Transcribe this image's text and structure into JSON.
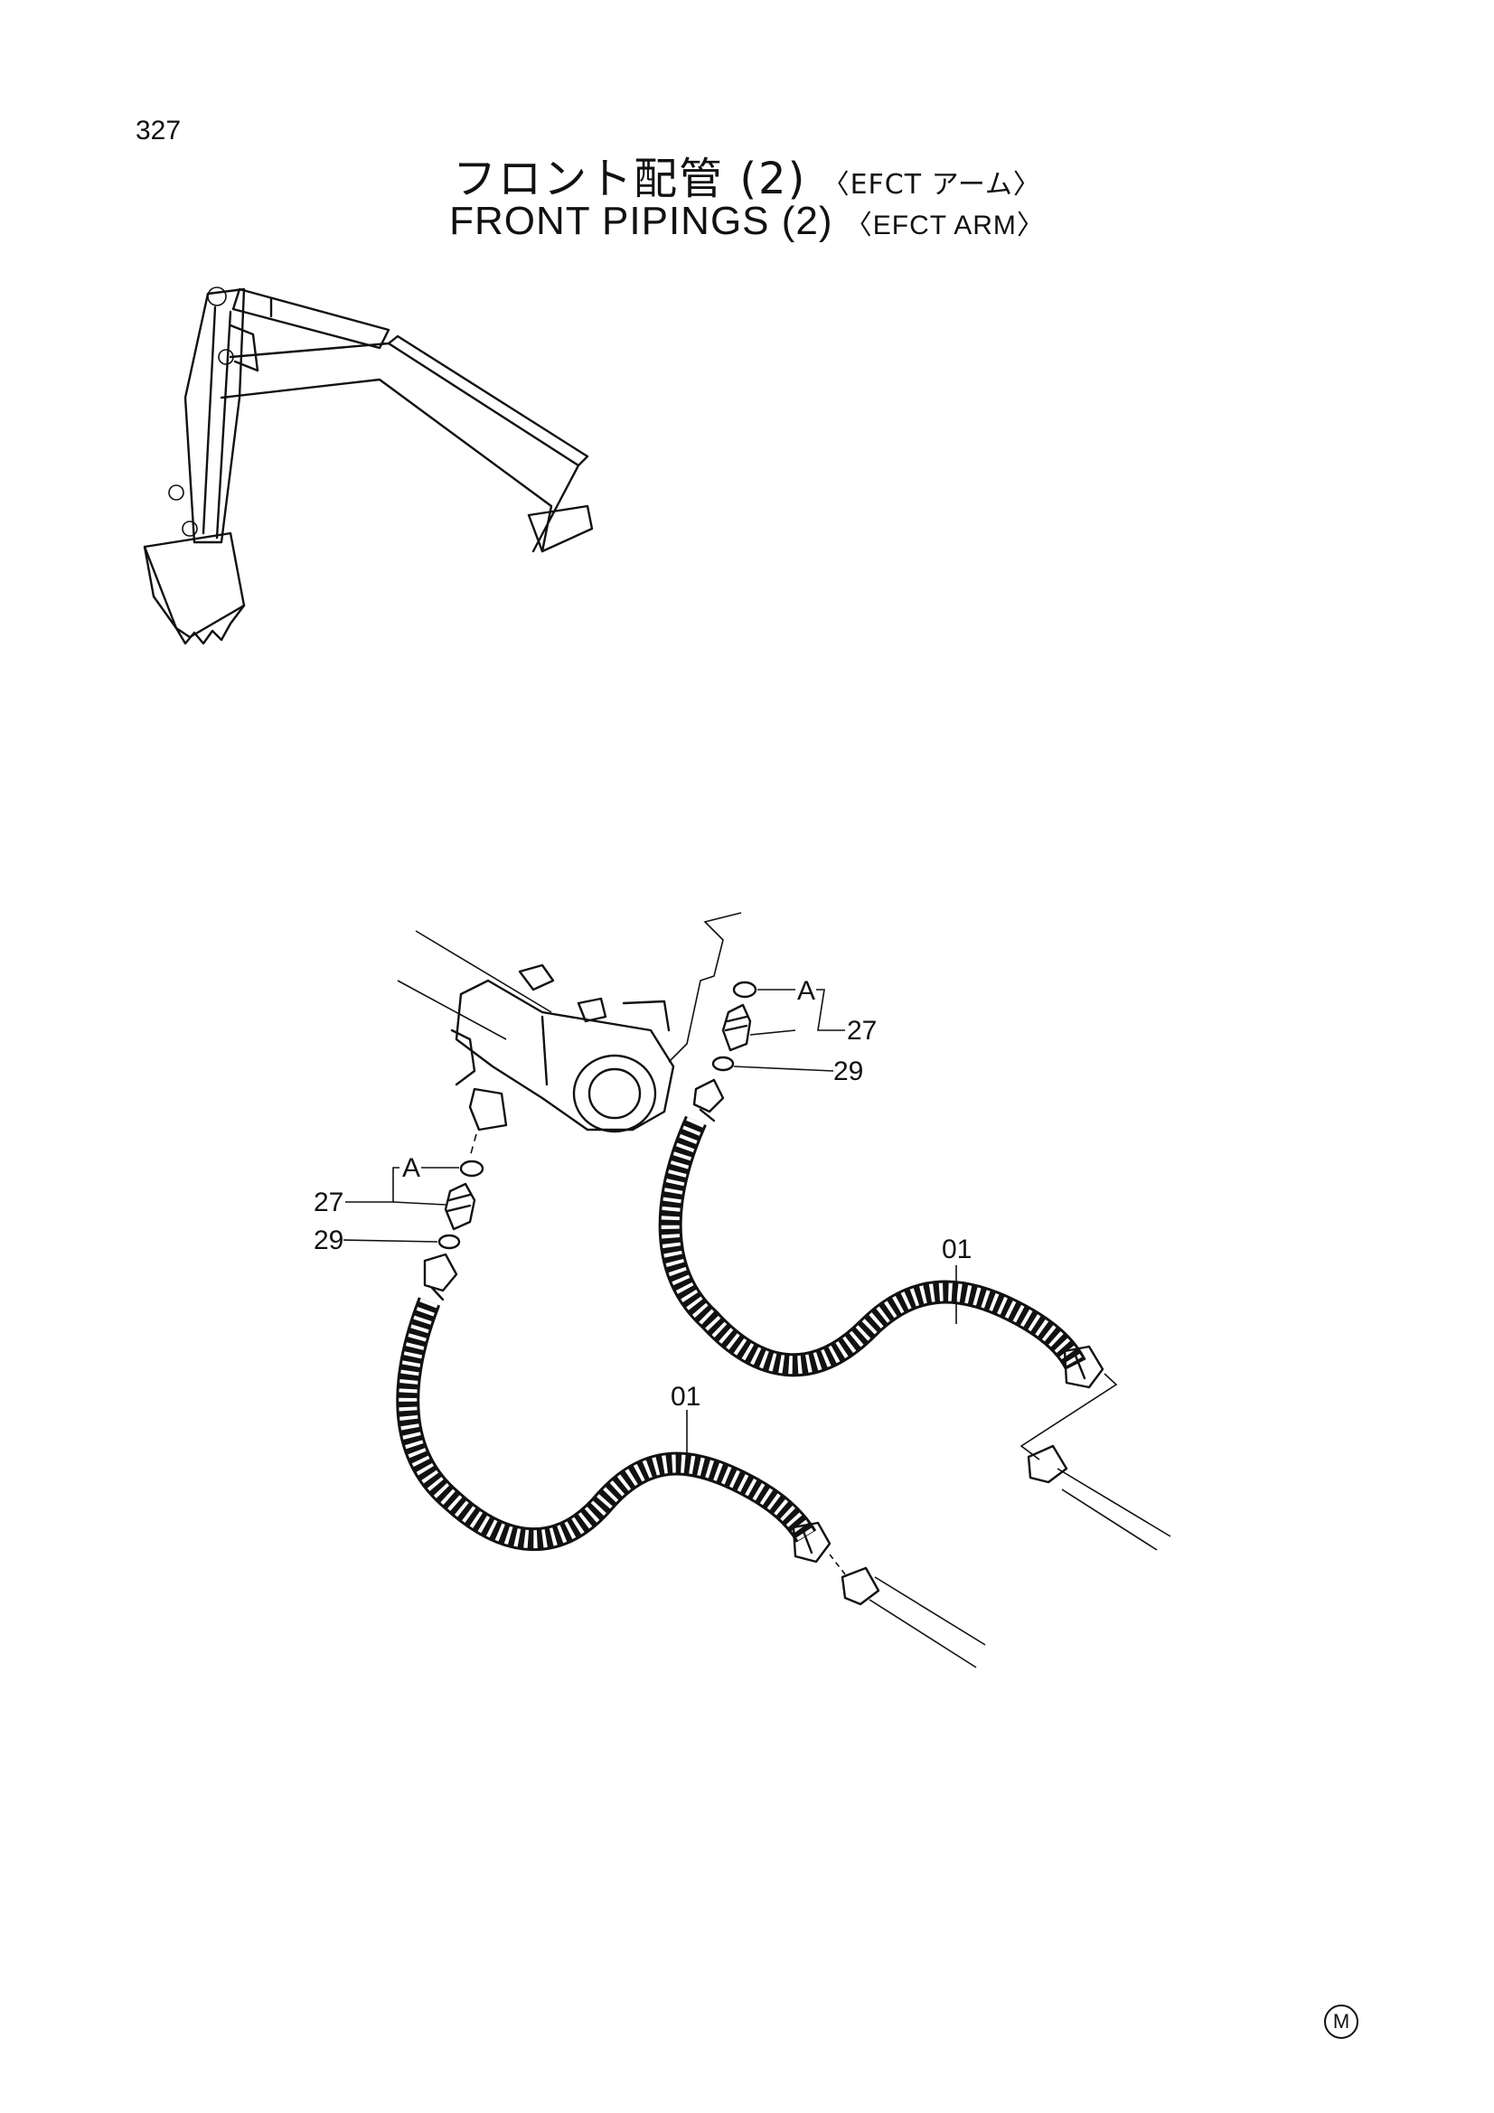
{
  "page": {
    "number": "327"
  },
  "title": {
    "jp": "フロント配管 (2)",
    "jp_tag": "〈EFCT アーム〉",
    "en": "FRONT PIPINGS (2)",
    "en_tag": "〈EFCT ARM〉"
  },
  "callouts": {
    "a_upper": "A",
    "a_lower": "A",
    "c27_upper": "27",
    "c29_upper": "29",
    "c27_lower": "27",
    "c29_lower": "29",
    "c01_upper": "01",
    "c01_lower": "01"
  },
  "footer_mark": "M"
}
